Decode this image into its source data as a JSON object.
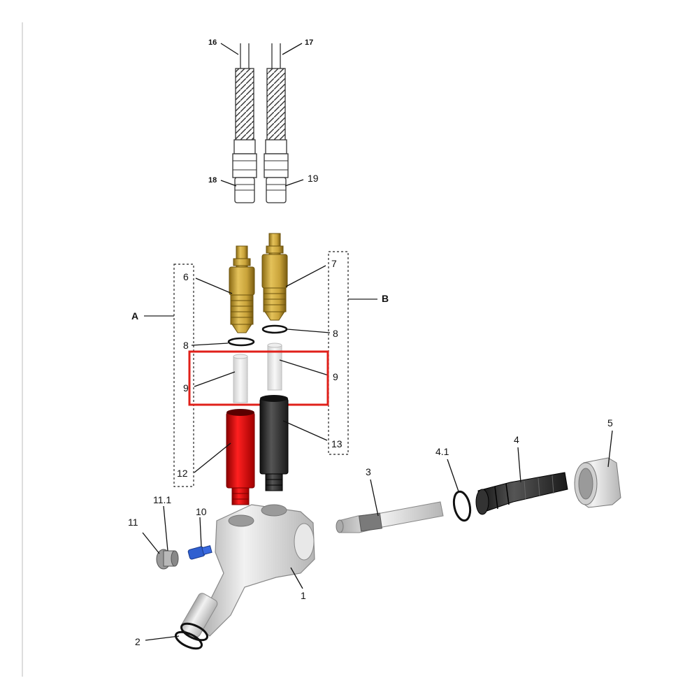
{
  "labels": {
    "p16": "16",
    "p17": "17",
    "p18": "18",
    "p19": "19",
    "p6": "6",
    "p7": "7",
    "p8a": "8",
    "p8b": "8",
    "p9a": "9",
    "p9b": "9",
    "p12": "12",
    "p13": "13",
    "pA": "A",
    "pB": "B",
    "p1": "1",
    "p2": "2",
    "p3": "3",
    "p4": "4",
    "p41": "4.1",
    "p5": "5",
    "p10": "10",
    "p11": "11",
    "p111": "11.1"
  },
  "colors": {
    "brass": "#c9a33a",
    "brass_dark": "#8a6a14",
    "red_sleeve": "#d10000",
    "black_sleeve": "#2b2b2b",
    "highlight_box": "#e0201a",
    "blue_screw": "#2f5fd0",
    "body_gray": "#d6d6d6"
  }
}
